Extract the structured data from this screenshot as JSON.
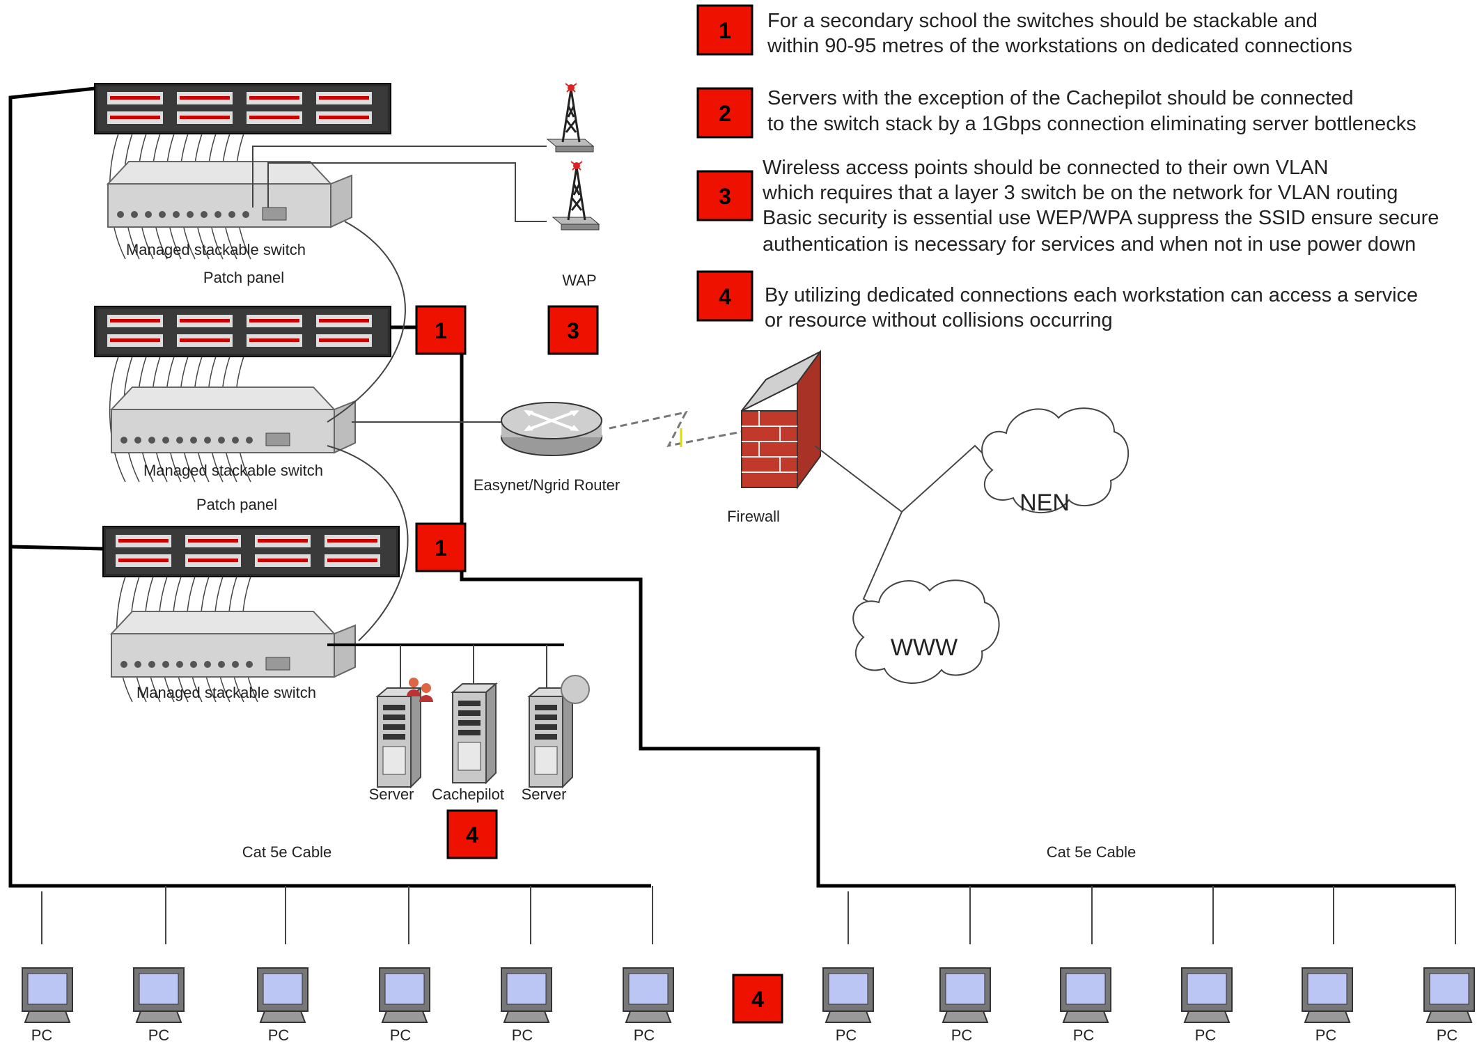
{
  "colors": {
    "badge": "#ee1100",
    "badge_border": "#000000",
    "cable": "#000000",
    "thin_line": "#555555"
  },
  "notes": [
    {
      "badge": "1",
      "lines": [
        "For a secondary school the switches should be stackable and",
        "within 90-95 metres of the workstations on dedicated connections"
      ]
    },
    {
      "badge": "2",
      "lines": [
        "Servers with the exception of the Cachepilot should be connected",
        "to the switch stack by a 1Gbps connection eliminating server bottlenecks"
      ]
    },
    {
      "badge": "3",
      "lines": [
        "Wireless access points should be connected to their own VLAN",
        "which requires that a layer 3 switch be on the network for VLAN routing",
        "Basic security is essential use WEP/WPA suppress the SSID ensure secure",
        "authentication is necessary for services and when not in use power down"
      ]
    },
    {
      "badge": "4",
      "lines": [
        "By utilizing dedicated connections each workstation can access a service",
        "or resource without collisions occurring"
      ]
    }
  ],
  "labels": {
    "switch_1": "Managed stackable switch",
    "patch_panel_1": "Patch panel",
    "switch_2": "Managed stackable switch",
    "patch_panel_2": "Patch panel",
    "switch_3": "Managed stackable switch",
    "wap": "WAP",
    "router": "Easynet/Ngrid Router",
    "firewall": "Firewall",
    "cloud_nen": "NEN",
    "cloud_www": "WWW",
    "server_1": "Server",
    "cachepilot": "Cachepilot",
    "server_2": "Server",
    "cable_left": "Cat 5e Cable",
    "cable_right": "Cat 5e Cable",
    "pc": "PC"
  },
  "badges": {
    "stack_1": "1",
    "stack_2": "1",
    "wap": "3",
    "servers": "4",
    "pcs": "4"
  }
}
